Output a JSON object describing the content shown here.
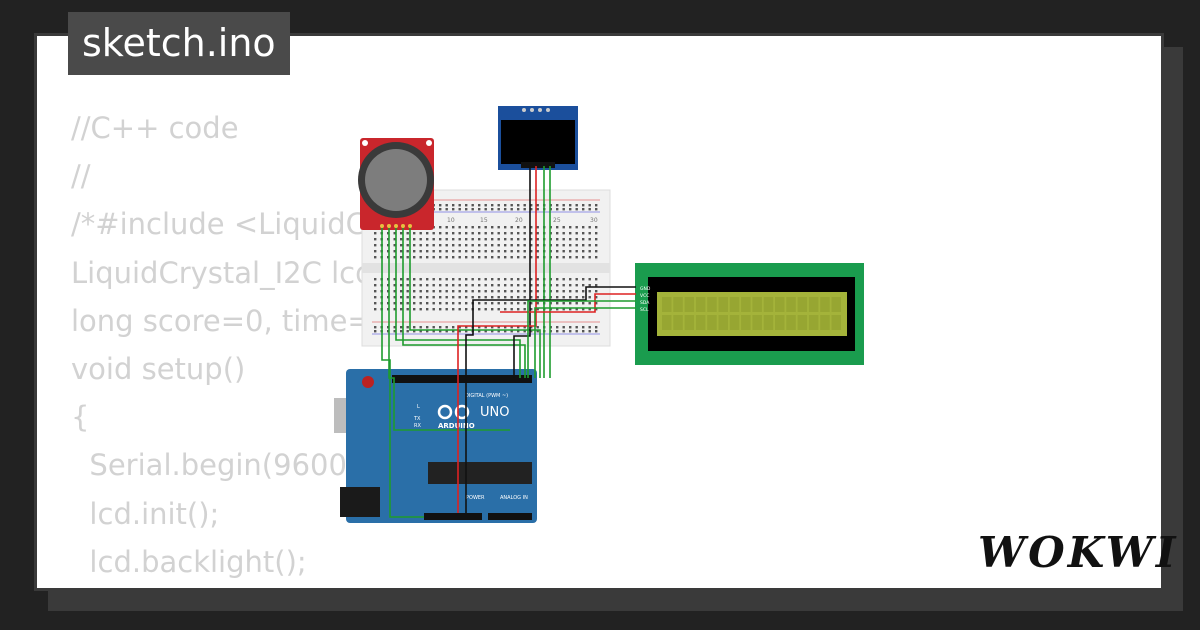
{
  "title": "sketch.ino",
  "code_lines": [
    "//C++ code",
    "//",
    "/*#include <LiquidC",
    "LiquidCrystal_I2C lcd",
    "long score=0, time=",
    "void setup()",
    "{",
    "  Serial.begin(9600",
    "  lcd.init();",
    "  lcd.backlight();",
    "}"
  ],
  "brand": "WOKWI",
  "board": {
    "name": "ARDUINO",
    "model": "UNO",
    "digital_label": "DIGITAL (PWM ~)",
    "power_label": "POWER",
    "analog_label": "ANALOG IN",
    "leds": [
      "L",
      "TX",
      "RX"
    ]
  },
  "breadboard": {
    "column_numbers": [
      "10",
      "15",
      "20",
      "25",
      "30"
    ]
  },
  "lcd_pins": [
    "GND",
    "VCC",
    "SDA",
    "SCL"
  ],
  "colors": {
    "accent": "#4a4a4a",
    "board": "#2a6fa8",
    "lcd_pcb": "#1a9c4e",
    "lcd_screen": "#a4b33a",
    "joystick": "#c9262c",
    "oled_pcb": "#1b4f9c"
  }
}
